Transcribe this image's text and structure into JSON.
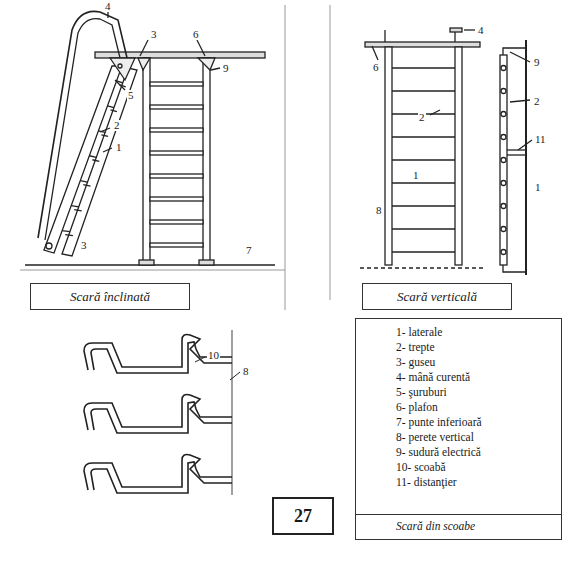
{
  "diagram": {
    "nodes": [
      {
        "text": [
          "Scară înclinată"
        ]
      },
      {
        "text": [
          "Scară verticală"
        ]
      },
      {
        "text": [
          "1- laterale",
          "2- trepte",
          "3- guseu",
          "4- mână curentă",
          "5- şuruburi",
          "6- plafon",
          "7- punte inferioară",
          "8- perete vertical",
          "9- sudură electrică",
          "10- scoabă",
          "11- distanţier",
          "Scară din scoabe"
        ]
      },
      {
        "text": [
          "27"
        ]
      }
    ],
    "edges": [],
    "labels": [
      "4",
      "3",
      "6",
      "5",
      "9",
      "2",
      "1",
      "3",
      "7",
      "4",
      "6",
      "2",
      "1",
      "8",
      "9",
      "2",
      "11",
      "1",
      "10",
      "8"
    ]
  }
}
